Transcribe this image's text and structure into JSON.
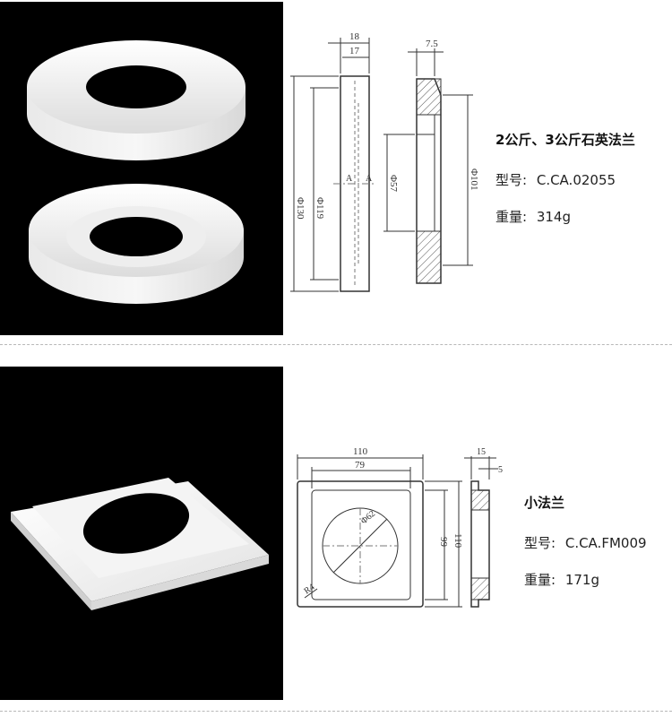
{
  "products": [
    {
      "title": "2公斤、3公斤石英法兰",
      "model_label": "型号:",
      "model_value": "C.CA.02055",
      "weight_label": "重量:",
      "weight_value": "314g",
      "drawing": {
        "dim_18": "18",
        "dim_17": "17",
        "dim_7_5": "7.5",
        "dim_130": "Φ130",
        "dim_119": "Φ119",
        "dim_57": "Φ57",
        "dim_101": "Φ101",
        "section_mark": "A"
      }
    },
    {
      "title": "小法兰",
      "model_label": "型号:",
      "model_value": "C.CA.FM009",
      "weight_label": "重量:",
      "weight_value": "171g",
      "drawing": {
        "dim_110_top": "110",
        "dim_79": "79",
        "dim_62": "Φ62",
        "dim_r4": "R4",
        "dim_99": "99",
        "dim_110_side": "110",
        "dim_15": "15",
        "dim_5": "5"
      }
    }
  ],
  "colors": {
    "photo_bg": "#000000",
    "part_white": "#f2f2f2",
    "line": "#333333"
  }
}
